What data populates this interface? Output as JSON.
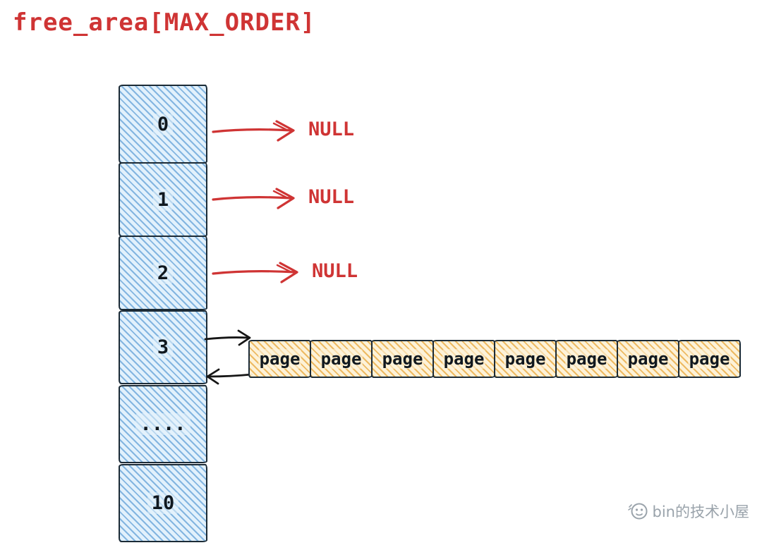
{
  "title": "free_area[MAX_ORDER]",
  "array": {
    "items": [
      {
        "label": "0",
        "points_to": "NULL"
      },
      {
        "label": "1",
        "points_to": "NULL"
      },
      {
        "label": "2",
        "points_to": "NULL"
      },
      {
        "label": "3",
        "points_to": "page-list"
      },
      {
        "label": "....",
        "points_to": "none"
      },
      {
        "label": "10",
        "points_to": "none"
      }
    ]
  },
  "pointers": {
    "null_label": "NULL"
  },
  "pages": {
    "count": 8,
    "items": [
      {
        "label": "page"
      },
      {
        "label": "page"
      },
      {
        "label": "page"
      },
      {
        "label": "page"
      },
      {
        "label": "page"
      },
      {
        "label": "page"
      },
      {
        "label": "page"
      },
      {
        "label": "page"
      }
    ]
  },
  "watermark": {
    "text": "bin的技术小屋"
  },
  "colors": {
    "red": "#cf3434",
    "blue_fill": "#e0f0fc",
    "blue_stroke": "#60a0d8",
    "orange_fill": "#fdf1d6",
    "orange_stroke": "#e9a83a",
    "ink": "#1c2b36"
  }
}
